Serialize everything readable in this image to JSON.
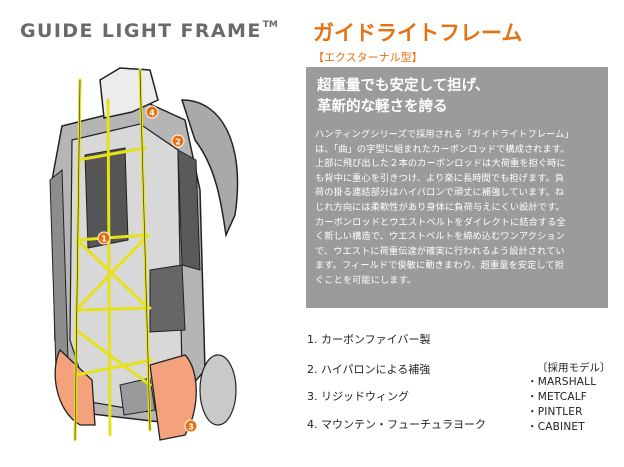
{
  "header": {
    "title_en": "GUIDE LIGHT FRAME",
    "tm": "TM",
    "title_jp": "ガイドライトフレーム",
    "subtitle": "【エクスターナル型】"
  },
  "description": {
    "headline_lines": [
      "超重量でも安定して担げ、",
      "革新的な軽さを誇る"
    ],
    "body_lines": [
      "ハンティングシリーズで採用される「ガイドライトフレーム」",
      "は、「曲」の字型に組まれたカーボンロッドで構成されます。",
      "上部に飛び出した２本のカーボンロッドは大荷重を担ぐ時に",
      "も背中に重心を引きつけ、より楽に長時間でも担げます。負",
      "荷の掛る連結部分はハイパロンで頑丈に補強しています。ね",
      "じれ方向には柔軟性があり身体に負荷与えにくい設計です。",
      "カーボンロッドとウエストベルトをダイレクトに結合する全",
      "く新しい構造で、ウエストベルトを締め込むワンアクション",
      "で、ウエストに荷重伝達が確実に行われるよう設計されてい",
      "ます。フィールドで俊敏に動きまわり、超重量を安定して担",
      "ぐことを可能にします。"
    ]
  },
  "features": [
    "1. カーボンファイバー製",
    "2. ハイパロンによる補強",
    "3. リジッドウィング",
    "4. マウンテン・フューチュラヨーク"
  ],
  "models": {
    "label": "〔採用モデル〕",
    "items": [
      "・MARSHALL",
      "・METCALF",
      "・PINTLER",
      "・CABINET"
    ]
  },
  "callouts": [
    "4",
    "2",
    "1",
    "3"
  ],
  "colors": {
    "accent": "#e8710f",
    "box_gray": "#9b9b9b",
    "frame_yellow": "#e6e21a"
  }
}
